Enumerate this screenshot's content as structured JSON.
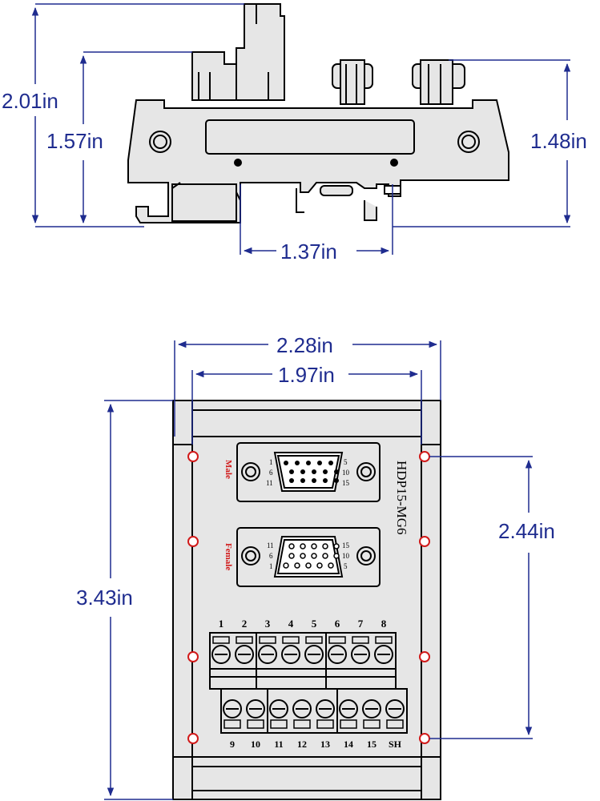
{
  "side_view": {
    "height_total": "2.01in",
    "height_body": "1.57in",
    "height_right": "1.48in",
    "rail_width": "1.37in"
  },
  "front_view": {
    "width_total": "2.28in",
    "width_inner": "1.97in",
    "height_total": "3.43in",
    "hole_spacing": "2.44in",
    "model": "HDP15-MG6",
    "male_label": "Male",
    "female_label": "Female",
    "male_pins": {
      "left_top": "1",
      "left_mid": "6",
      "left_bot": "11",
      "right_top": "5",
      "right_mid": "10",
      "right_bot": "15"
    },
    "female_pins": {
      "left_top": "11",
      "left_mid": "6",
      "left_bot": "1",
      "right_top": "15",
      "right_mid": "10",
      "right_bot": "5"
    },
    "top_terminals": [
      "1",
      "2",
      "3",
      "4",
      "5",
      "6",
      "7",
      "8"
    ],
    "bottom_terminals": [
      "9",
      "10",
      "11",
      "12",
      "13",
      "14",
      "15",
      "SH"
    ]
  },
  "colors": {
    "dimension": "#1f2c8f",
    "label_red": "#d11a1a",
    "body": "#e6e6e6",
    "line": "#000000"
  }
}
